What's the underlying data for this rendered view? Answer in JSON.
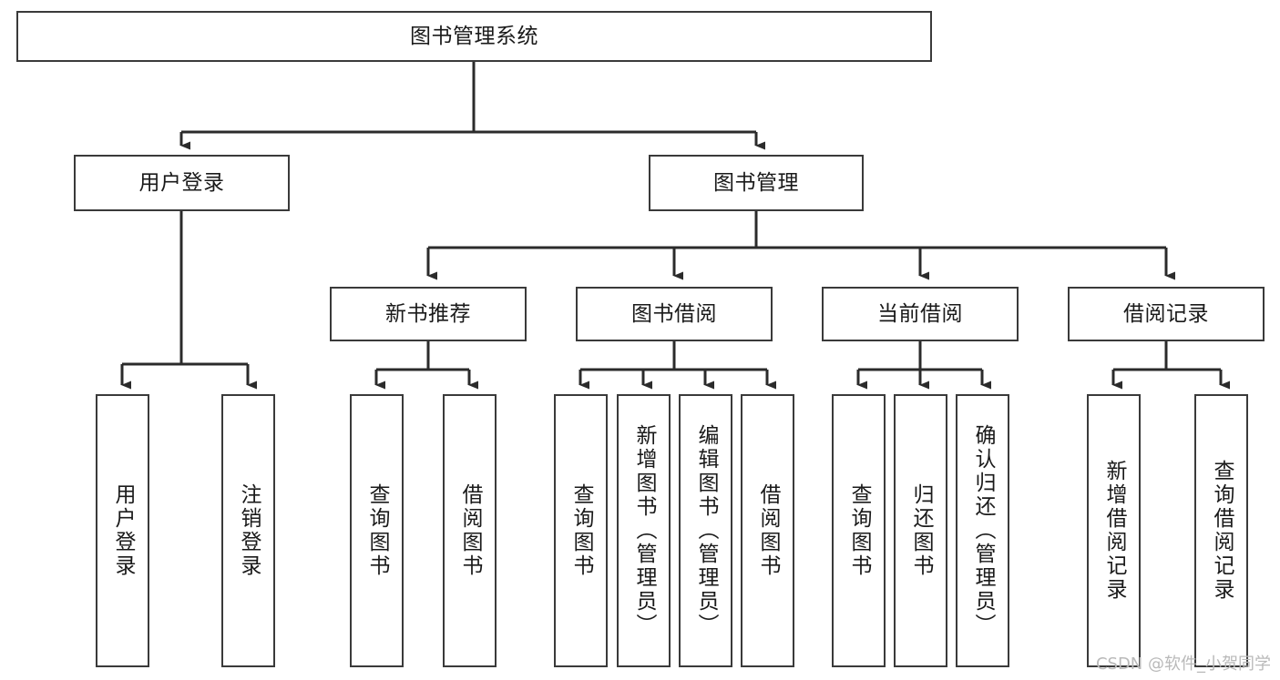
{
  "diagram": {
    "type": "tree-hierarchy-chart",
    "title": "图书管理系统",
    "root": {
      "label": "图书管理系统",
      "orientation": "horizontal"
    },
    "level2": [
      {
        "label": "用户登录",
        "orientation": "horizontal"
      },
      {
        "label": "图书管理",
        "orientation": "horizontal"
      }
    ],
    "level3": [
      {
        "label": "新书推荐",
        "orientation": "horizontal"
      },
      {
        "label": "图书借阅",
        "orientation": "horizontal"
      },
      {
        "label": "当前借阅",
        "orientation": "horizontal"
      },
      {
        "label": "借阅记录",
        "orientation": "horizontal"
      }
    ],
    "leaves": {
      "user_login": [
        {
          "label": "用户登录",
          "orientation": "vertical"
        },
        {
          "label": "注销登录",
          "orientation": "vertical"
        }
      ],
      "new_book_recommend": [
        {
          "label": "查询图书",
          "orientation": "vertical"
        },
        {
          "label": "借阅图书",
          "orientation": "vertical"
        }
      ],
      "book_borrow": [
        {
          "label": "查询图书",
          "orientation": "vertical"
        },
        {
          "label": "新增图书（管理员）",
          "orientation": "vertical"
        },
        {
          "label": "编辑图书（管理员）",
          "orientation": "vertical"
        },
        {
          "label": "借阅图书",
          "orientation": "vertical"
        }
      ],
      "current_borrow": [
        {
          "label": "查询图书",
          "orientation": "vertical"
        },
        {
          "label": "归还图书",
          "orientation": "vertical"
        },
        {
          "label": "确认归还（管理员）",
          "orientation": "vertical"
        }
      ],
      "borrow_record": [
        {
          "label": "新增借阅记录",
          "orientation": "vertical"
        },
        {
          "label": "查询借阅记录",
          "orientation": "vertical"
        }
      ]
    },
    "colors": {
      "box_border": "#3a3a3a",
      "box_fill": "#ffffff",
      "text": "#1a1a1a",
      "edge": "#2b2b2b",
      "watermark": "#b9b9b9",
      "background": "#ffffff"
    }
  },
  "watermark": {
    "text": "CSDN @软件_小贺同学"
  }
}
